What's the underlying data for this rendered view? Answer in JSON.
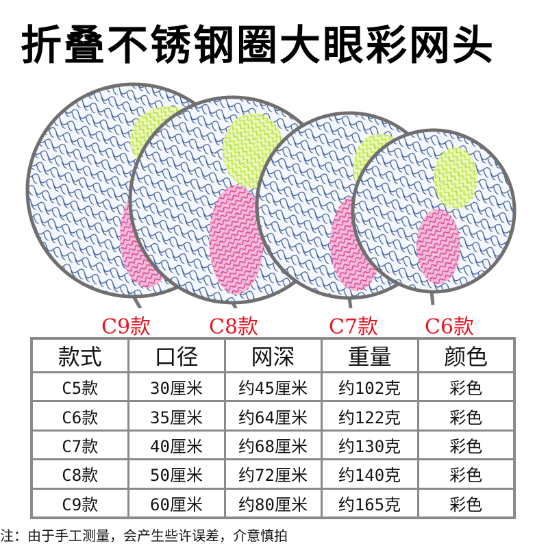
{
  "title": "折叠不锈钢圈大眼彩网头",
  "model_labels": [
    "C9款",
    "C8款",
    "C7款",
    "C6款"
  ],
  "colors": {
    "label_red": "#e8141e",
    "mesh_blue": "#3a5d9c",
    "net_green": "#c8f03c",
    "net_pink": "#e0308a",
    "border_gray": "#8a8a8a"
  },
  "table": {
    "headers": [
      "款式",
      "口径",
      "网深",
      "重量",
      "颜色"
    ],
    "rows": [
      [
        "C5款",
        "30厘米",
        "约45厘米",
        "约102克",
        "彩色"
      ],
      [
        "C6款",
        "35厘米",
        "约64厘米",
        "约122克",
        "彩色"
      ],
      [
        "C7款",
        "40厘米",
        "约68厘米",
        "约130克",
        "彩色"
      ],
      [
        "C8款",
        "50厘米",
        "约72厘米",
        "约140克",
        "彩色"
      ],
      [
        "C9款",
        "60厘米",
        "约80厘米",
        "约165克",
        "彩色"
      ]
    ]
  },
  "note": "注：由于手工测量，会产生些许误差，介意慎拍"
}
